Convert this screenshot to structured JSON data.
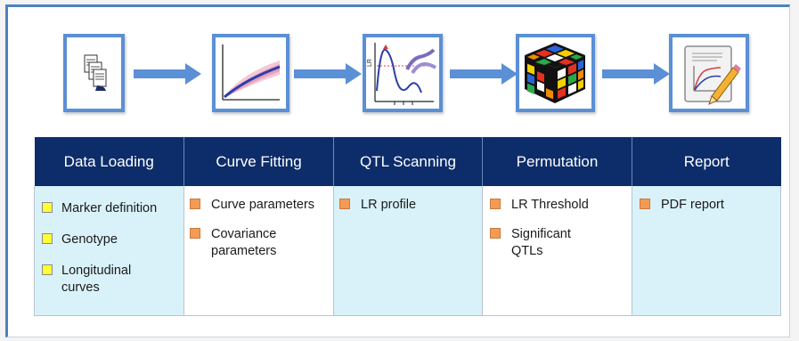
{
  "steps": [
    {
      "title": "Data Loading",
      "icon": "documents-icon",
      "bullet_color": "#ffff33",
      "items": [
        "Marker definition",
        "Genotype",
        "Longitudinal curves"
      ]
    },
    {
      "title": "Curve Fitting",
      "icon": "curve-fit-plot-icon",
      "bullet_color": "#f59a54",
      "items": [
        "Curve parameters",
        "Covariance parameters"
      ]
    },
    {
      "title": "QTL Scanning",
      "icon": "lr-profile-chromosome-icon",
      "bullet_color": "#f59a54",
      "items": [
        "LR profile"
      ]
    },
    {
      "title": "Permutation",
      "icon": "rubiks-cube-icon",
      "bullet_color": "#f59a54",
      "items": [
        "LR Threshold",
        "Significant QTLs"
      ]
    },
    {
      "title": "Report",
      "icon": "report-pencil-icon",
      "bullet_color": "#f59a54",
      "items": [
        "PDF report"
      ]
    }
  ],
  "icon_labels": {
    "lr_axis": "LR"
  },
  "colors": {
    "header_bg": "#0d2d6a",
    "frame_border": "#4f81bd",
    "arrow": "#5b8fd6",
    "light_cell": "#d9f2fa"
  }
}
